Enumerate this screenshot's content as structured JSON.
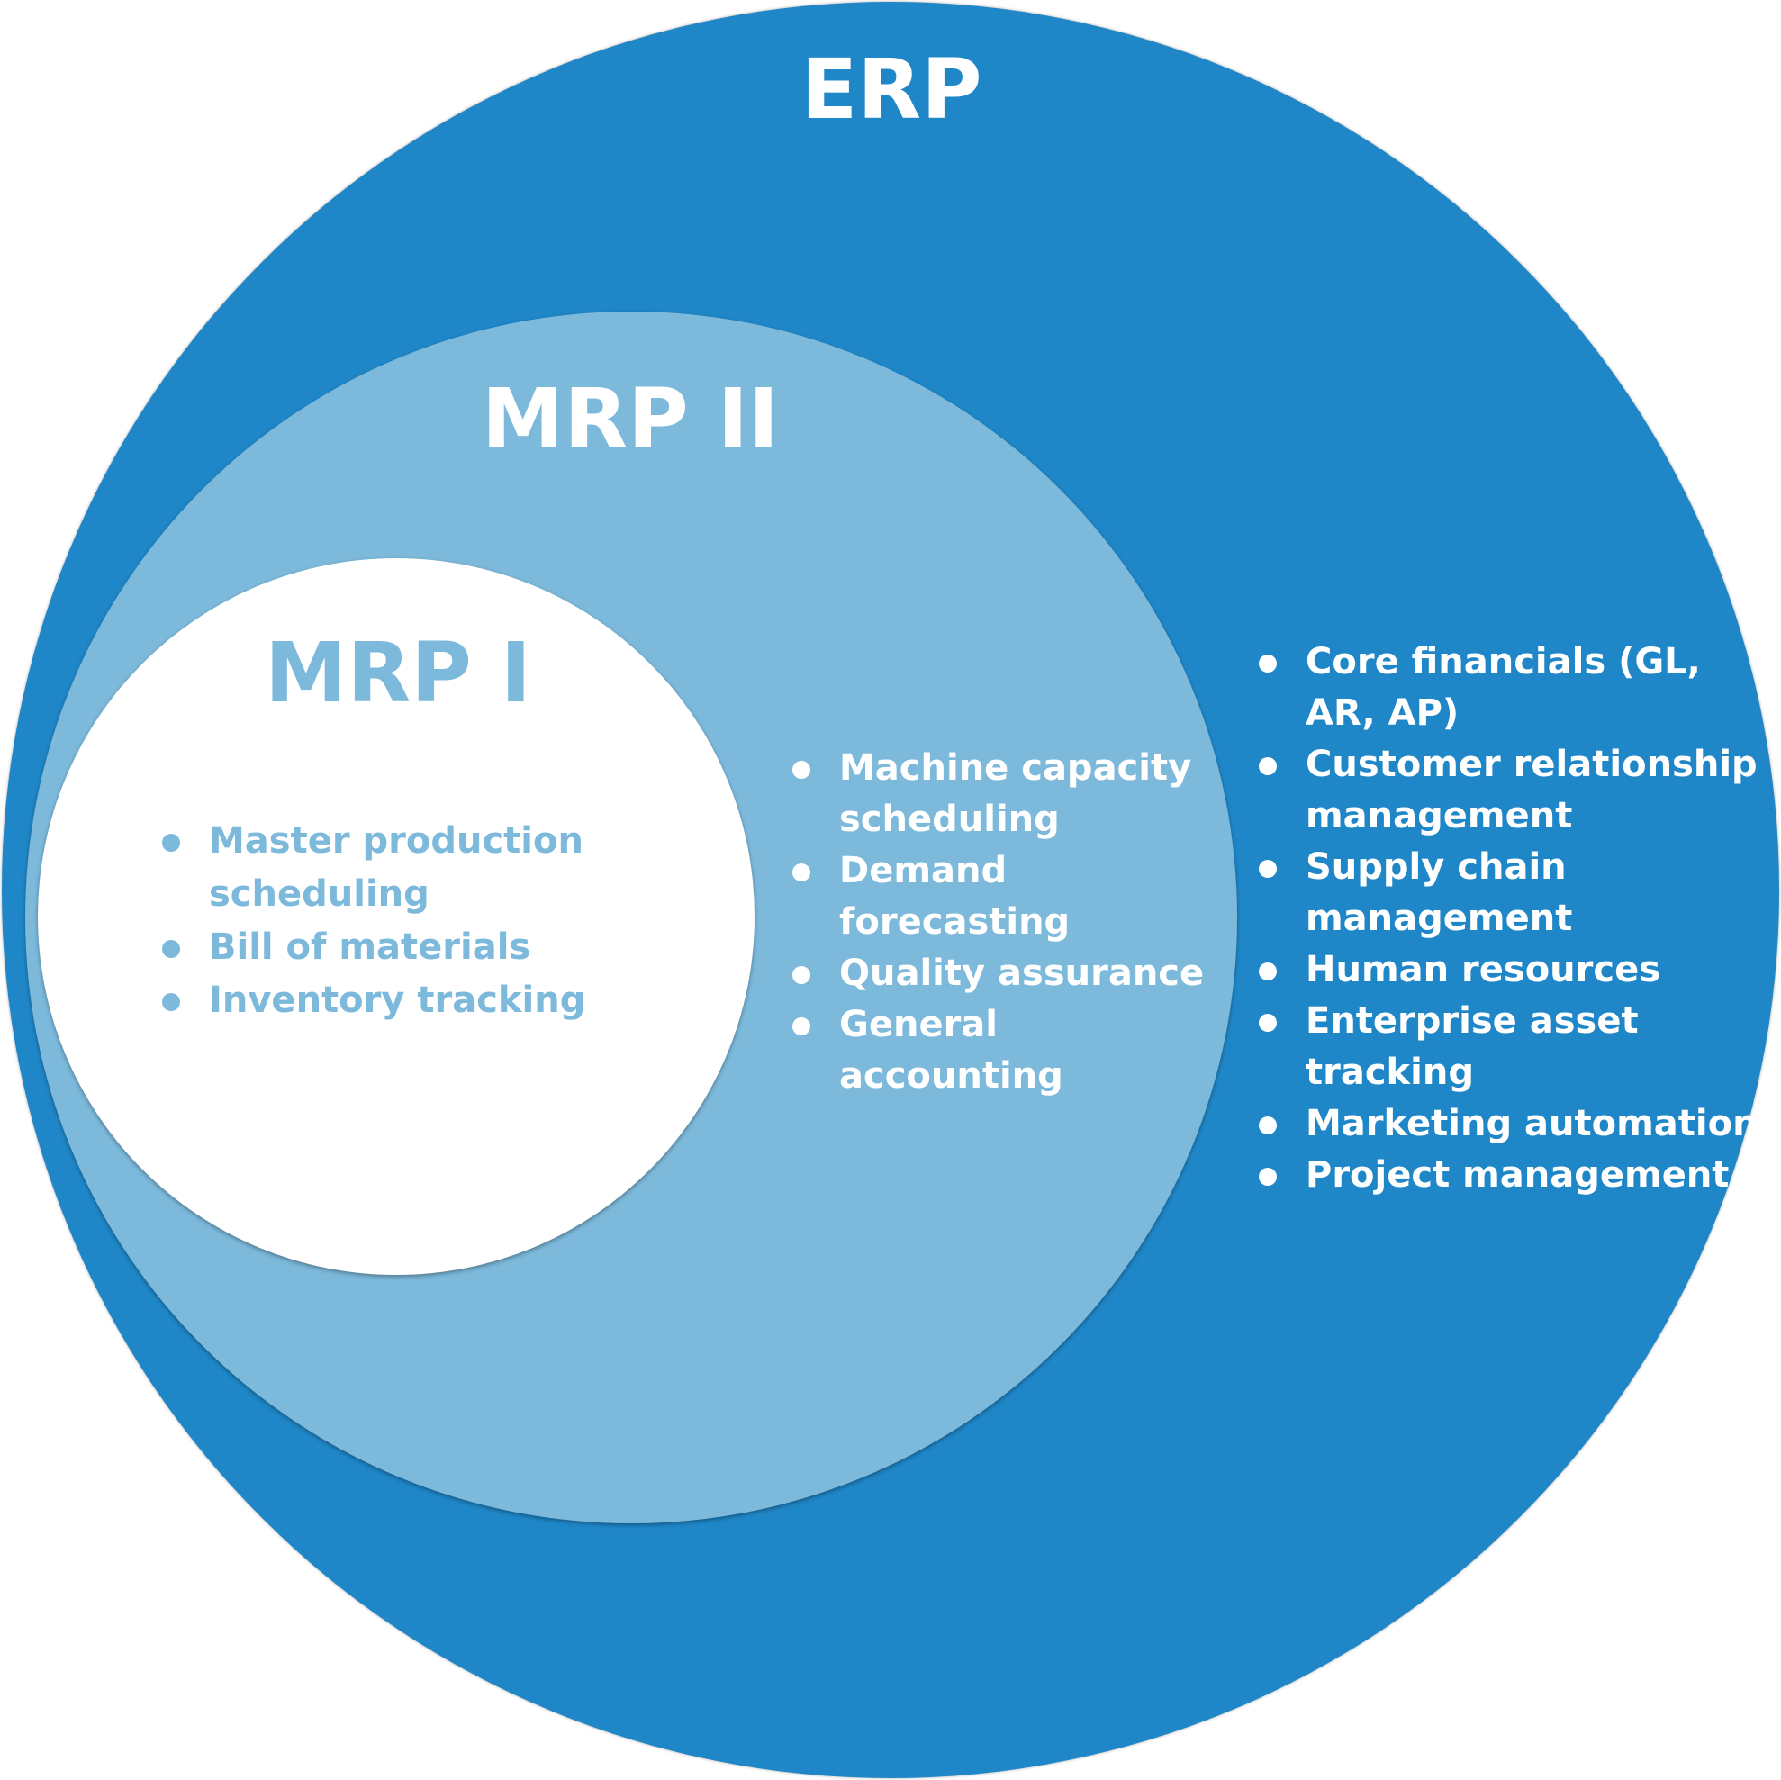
{
  "erp": {
    "title": "ERP",
    "items": [
      {
        "text": "Core financials (GL, AR, AP)"
      },
      {
        "text": "Customer relationship management"
      },
      {
        "text": "Supply chain management"
      },
      {
        "text": "Human resources"
      },
      {
        "text": "Enterprise asset tracking"
      },
      {
        "text": "Marketing automation"
      },
      {
        "text": "Project management"
      }
    ]
  },
  "mrp2": {
    "title": "MRP II",
    "items": [
      {
        "text": "Machine capacity scheduling"
      },
      {
        "text": "Demand forecasting"
      },
      {
        "text": "Quality assurance"
      },
      {
        "text": "General accounting"
      }
    ]
  },
  "mrp1": {
    "title": "MRP I",
    "items": [
      {
        "text": "Master production scheduling"
      },
      {
        "text": "Bill of materials"
      },
      {
        "text": "Inventory tracking"
      }
    ]
  },
  "colors": {
    "erp_blue": "#1f87c8",
    "mrp2_light_blue": "#7cb9db",
    "mrp1_white": "#ffffff"
  }
}
